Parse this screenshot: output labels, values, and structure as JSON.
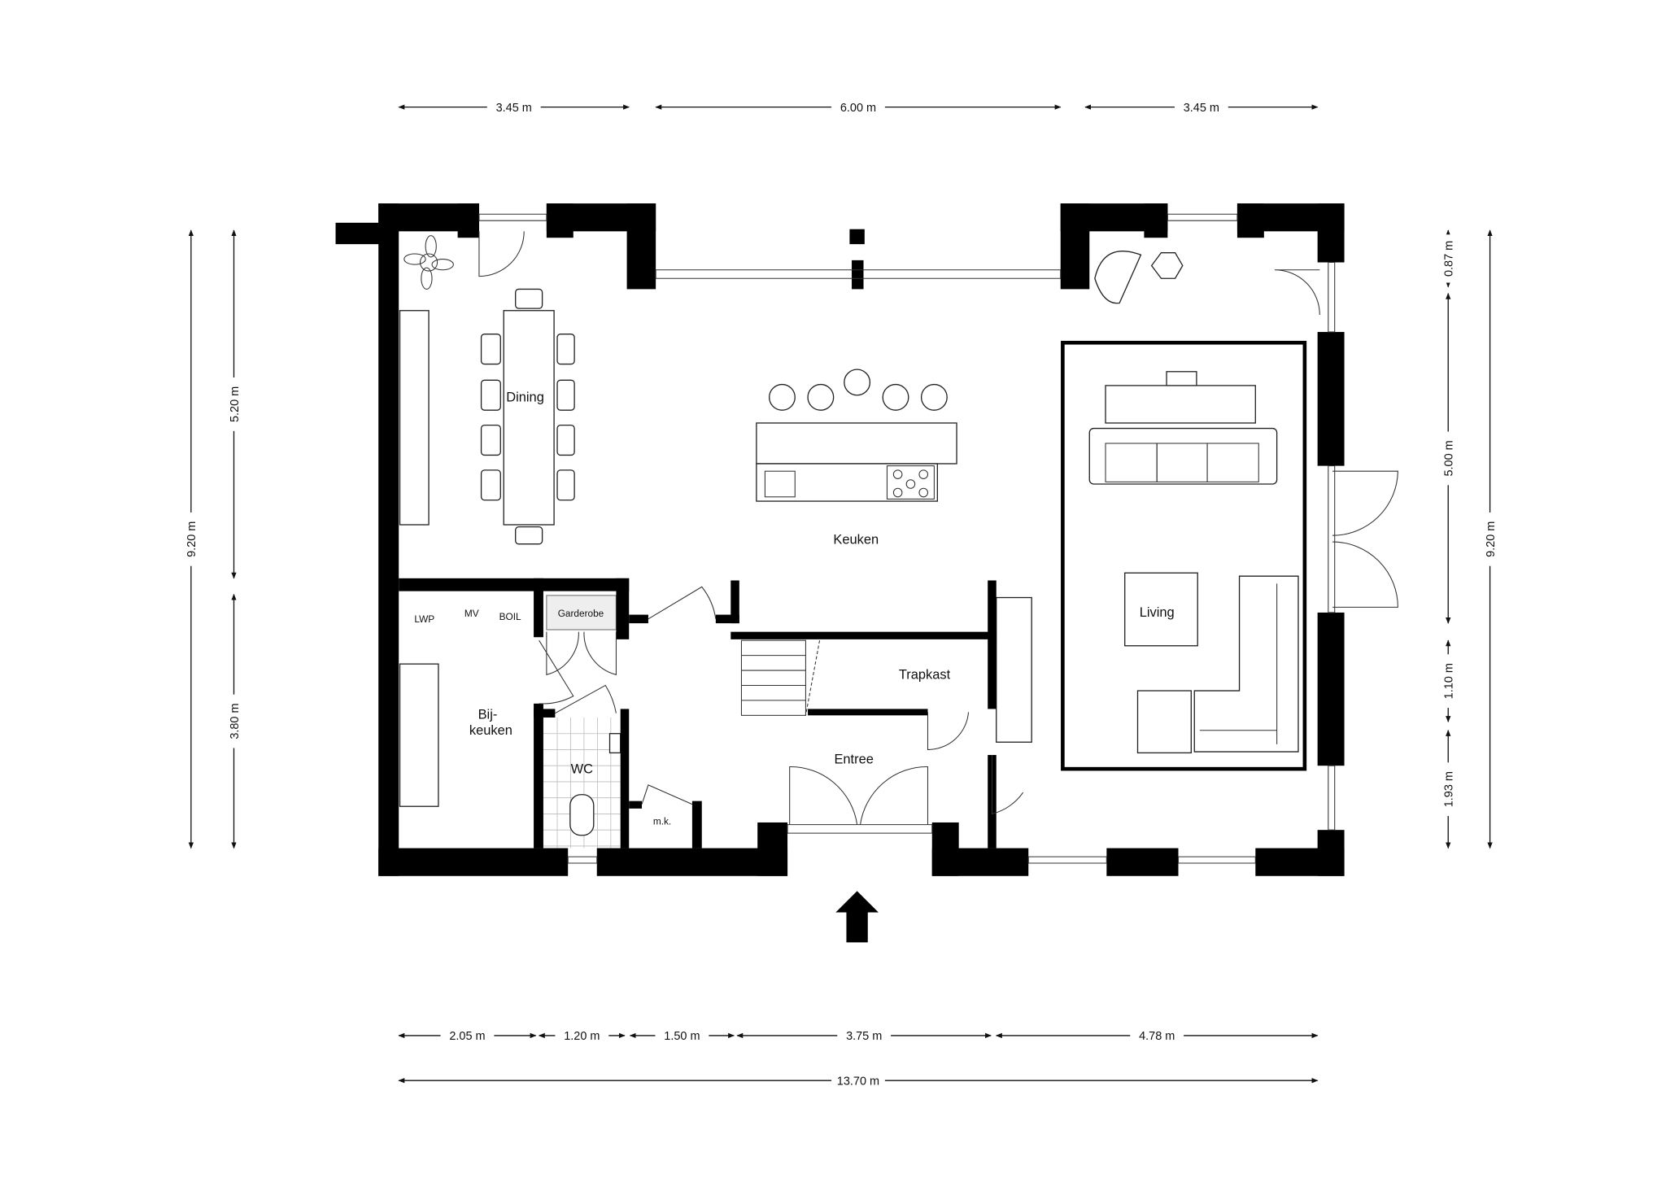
{
  "rooms": {
    "dining": "Dining",
    "keuken": "Keuken",
    "living": "Living",
    "trapkast": "Trapkast",
    "entree": "Entree",
    "bijkeuken_1": "Bij-",
    "bijkeuken_2": "keuken",
    "wc": "WC",
    "mk": "m.k.",
    "garderobe": "Garderobe"
  },
  "equipment": {
    "lwp": "LWP",
    "mv": "MV",
    "boil": "BOIL"
  },
  "dimensions": {
    "top": [
      "3.45 m",
      "6.00 m",
      "3.45 m"
    ],
    "left_total": "9.20 m",
    "left": [
      "5.20 m",
      "3.80 m"
    ],
    "right": [
      "0.87 m",
      "5.00 m",
      "1.10 m",
      "1.93 m"
    ],
    "right_total": "9.20 m",
    "bottom": [
      "2.05 m",
      "1.20 m",
      "1.50 m",
      "3.75 m",
      "4.78 m"
    ],
    "bottom_total": "13.70 m"
  },
  "entrance_arrow": "arrow-up-icon"
}
